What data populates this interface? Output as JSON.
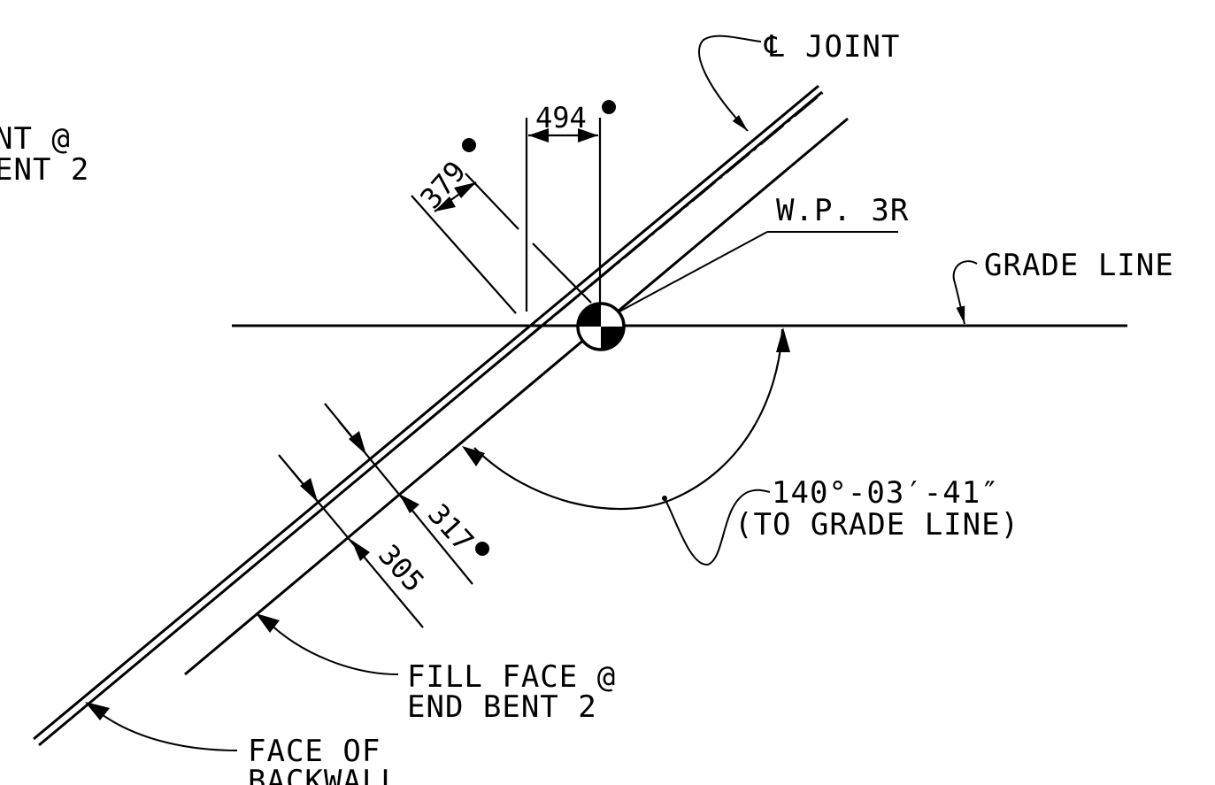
{
  "colors": {
    "ink": "#000000",
    "paper": "#ffffff"
  },
  "labels": {
    "joint_symbol": "℄",
    "joint": "JOINT",
    "wp": "W.P. 3R",
    "grade_line": "GRADE LINE",
    "angle_line1": "140°-03′-41″",
    "angle_line2": "(TO GRADE LINE)",
    "fill_face_line1": "FILL FACE @",
    "fill_face_line2": "END BENT 2",
    "backwall_line1": "FACE OF",
    "backwall_line2": "BACKWALL",
    "cut_left_line1": "NT @",
    "cut_left_line2": "ENT 2"
  },
  "dimensions": {
    "d494": "494",
    "d379": "379",
    "d317": "317",
    "d305": "305"
  }
}
